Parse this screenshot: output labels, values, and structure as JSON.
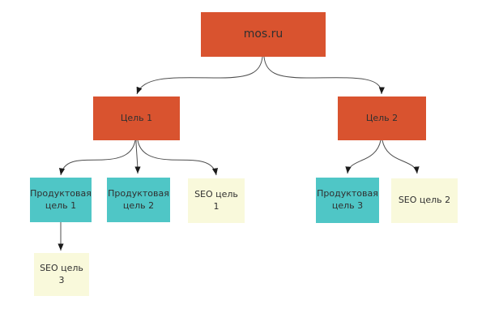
{
  "diagram": {
    "background": "#FFFFFF",
    "colors": {
      "node_orange": "#D9532F",
      "node_teal": "#4FC6C6",
      "node_cream": "#F9F9DB",
      "connector": "#4D4D4D",
      "arrowhead": "#1A1A1A",
      "text": "#303030"
    },
    "nodes": [
      {
        "id": "root",
        "label": "mos.ru",
        "color": "#D9532F"
      },
      {
        "id": "goal-1",
        "label": "Цель 1",
        "color": "#D9532F"
      },
      {
        "id": "goal-2",
        "label": "Цель 2",
        "color": "#D9532F"
      },
      {
        "id": "product-goal-1",
        "label": "Продуктовая цель 1",
        "color": "#4FC6C6"
      },
      {
        "id": "product-goal-2",
        "label": "Продуктовая цель 2",
        "color": "#4FC6C6"
      },
      {
        "id": "seo-goal-1",
        "label": "SEO цель 1",
        "color": "#F9F9DB"
      },
      {
        "id": "product-goal-3",
        "label": "Продуктовая цель 3",
        "color": "#4FC6C6"
      },
      {
        "id": "seo-goal-2",
        "label": "SEO цель 2",
        "color": "#F9F9DB"
      },
      {
        "id": "seo-goal-3",
        "label": "SEO цель 3",
        "color": "#F9F9DB"
      }
    ],
    "edges": [
      {
        "from": "root",
        "to": "goal-1"
      },
      {
        "from": "root",
        "to": "goal-2"
      },
      {
        "from": "goal-1",
        "to": "product-goal-1"
      },
      {
        "from": "goal-1",
        "to": "product-goal-2"
      },
      {
        "from": "goal-1",
        "to": "seo-goal-1"
      },
      {
        "from": "goal-2",
        "to": "product-goal-3"
      },
      {
        "from": "goal-2",
        "to": "seo-goal-2"
      },
      {
        "from": "product-goal-1",
        "to": "seo-goal-3"
      }
    ]
  }
}
